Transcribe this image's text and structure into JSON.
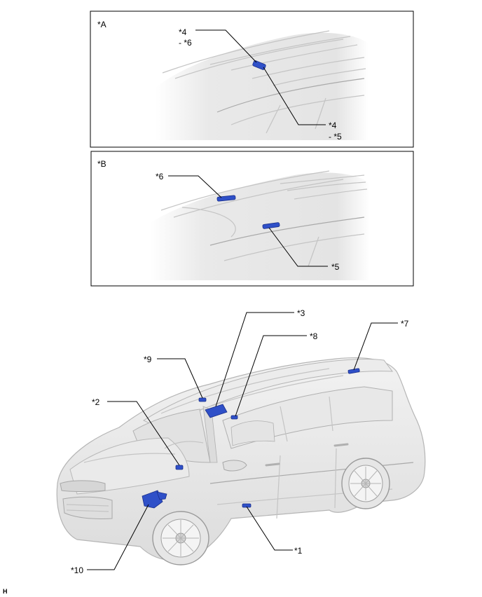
{
  "panel_a": {
    "title": "*A",
    "label_top_1": "*4",
    "label_top_2": "- *6",
    "label_bottom_1": "*4",
    "label_bottom_2": "- *5"
  },
  "panel_b": {
    "title": "*B",
    "label_6": "*6",
    "label_5": "*5"
  },
  "main": {
    "label_1": "*1",
    "label_2": "*2",
    "label_3": "*3",
    "label_7": "*7",
    "label_8": "*8",
    "label_9": "*9",
    "label_10": "*10"
  },
  "footer": {
    "code": "H"
  },
  "colors": {
    "part": "#2f50c8",
    "border": "#000000",
    "vehicle_shade": "#e6e6e6"
  }
}
